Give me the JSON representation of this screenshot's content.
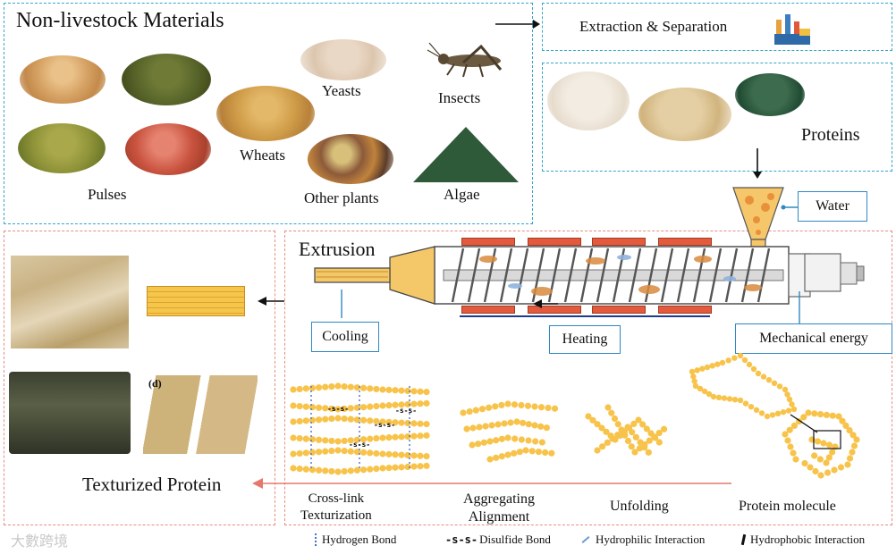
{
  "materials": {
    "title": "Non-livestock Materials",
    "items": [
      "Yeasts",
      "Insects",
      "Wheats",
      "Pulses",
      "Other plants",
      "Algae"
    ]
  },
  "extraction": {
    "label": "Extraction & Separation",
    "icon": "factory-icon"
  },
  "proteins": {
    "label": "Proteins"
  },
  "water": {
    "label": "Water"
  },
  "extrusion": {
    "label": "Extrusion"
  },
  "cooling": {
    "label": "Cooling"
  },
  "heating": {
    "label": "Heating"
  },
  "mechanical": {
    "label": "Mechanical energy"
  },
  "texturized": {
    "label": "Texturized Protein",
    "panel_letter": "(d)"
  },
  "stages": {
    "crosslink": [
      "Cross-link",
      "Texturization"
    ],
    "aggregating": [
      "Aggregating",
      "Alignment"
    ],
    "unfolding": "Unfolding",
    "molecule": "Protein molecule"
  },
  "bond_label": "-s-s-",
  "legend": {
    "hydrogen": "Hydrogen Bond",
    "disulfide_symbol": "-s-s-",
    "disulfide": "Disulfide Bond",
    "hydrophilic": "Hydrophilic Interaction",
    "hydrophobic": "Hydrophobic Interaction"
  },
  "watermark": "大數跨境",
  "colors": {
    "cyan_border": "#35a6c9",
    "red_border": "#e58e83",
    "chain": "#f7c34a",
    "arrow_red": "#e4796b",
    "box_blue": "#2f88c2"
  }
}
